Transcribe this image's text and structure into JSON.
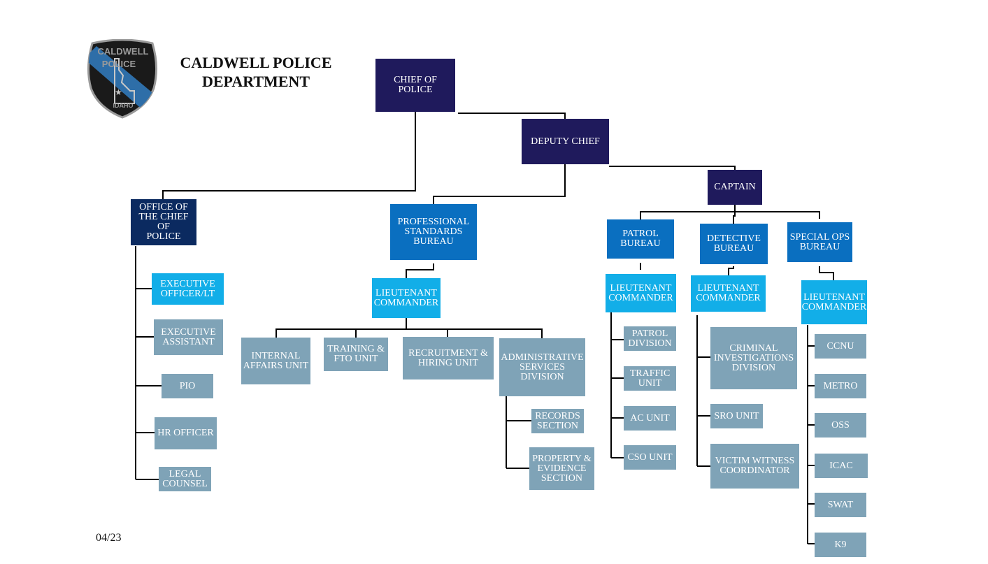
{
  "header": {
    "title": "CALDWELL POLICE\nDEPARTMENT",
    "badge_text": [
      "CALDWELL",
      "POLICE",
      "IDAHO"
    ],
    "date": "04/23"
  },
  "command": {
    "chief": "CHIEF OF POLICE",
    "deputy": "DEPUTY CHIEF",
    "captain": "CAPTAIN"
  },
  "office": {
    "head": "OFFICE OF\nTHE CHIEF OF\nPOLICE",
    "items": [
      "EXECUTIVE\nOFFICER/LT",
      "EXECUTIVE\nASSISTANT",
      "PIO",
      "HR OFFICER",
      "LEGAL\nCOUNSEL"
    ]
  },
  "psb": {
    "head": "PROFESSIONAL\nSTANDARDS\nBUREAU",
    "lt": "LIEUTENANT\nCOMMANDER",
    "units": [
      "INTERNAL\nAFFAIRS UNIT",
      "TRAINING &\nFTO UNIT",
      "RECRUITMENT &\nHIRING UNIT",
      "ADMINISTRATIVE\nSERVICES\nDIVISION"
    ],
    "admin_sub": [
      "RECORDS\nSECTION",
      "PROPERTY &\nEVIDENCE\nSECTION"
    ]
  },
  "patrol": {
    "head": "PATROL\nBUREAU",
    "lt": "LIEUTENANT\nCOMMANDER",
    "units": [
      "PATROL\nDIVISION",
      "TRAFFIC\nUNIT",
      "AC UNIT",
      "CSO UNIT"
    ]
  },
  "detective": {
    "head": "DETECTIVE\nBUREAU",
    "lt": "LIEUTENANT\nCOMMANDER",
    "units": [
      "CRIMINAL\nINVESTIGATIONS\nDIVISION",
      "SRO UNIT",
      "VICTIM WITNESS\nCOORDINATOR"
    ]
  },
  "special": {
    "head": "SPECIAL OPS\nBUREAU",
    "lt": "LIEUTENANT\nCOMMANDER",
    "units": [
      "CCNU",
      "METRO",
      "OSS",
      "ICAC",
      "SWAT",
      "K9"
    ]
  }
}
